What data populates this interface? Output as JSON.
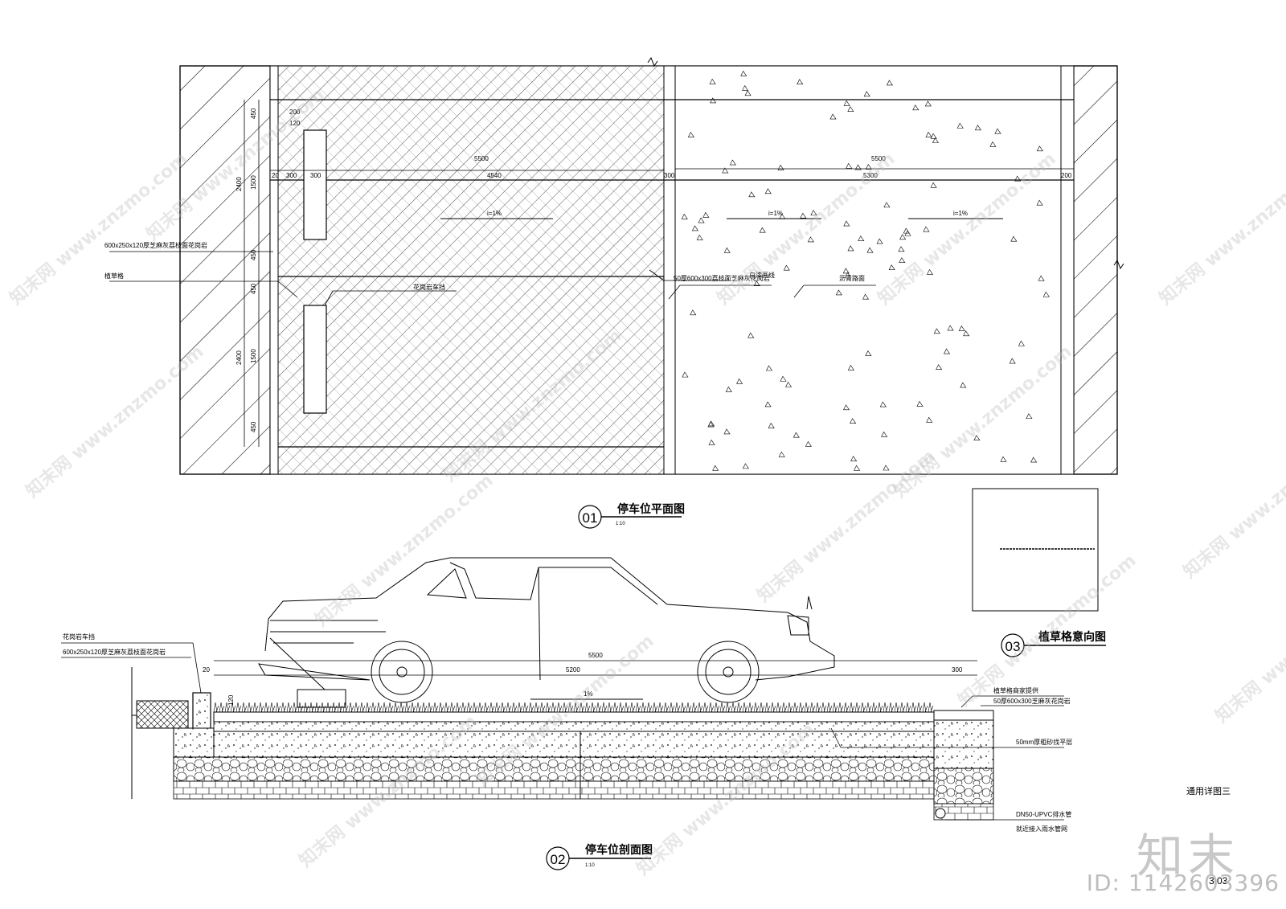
{
  "plan": {
    "title_no": "01",
    "title": "停车位平面图",
    "scale": "1:10",
    "dims": {
      "total_a": "5500",
      "total_b": "5500",
      "edge_left": "20",
      "strip_a": "300",
      "strip_b": "300",
      "inner": "4540",
      "inner_b": "5300",
      "edge_right": "300",
      "edge_far": "200",
      "v_450_top": "450",
      "v_2400_top": "2400",
      "v_1500_top": "1500",
      "v_450_mid_a": "450",
      "v_450_mid_b": "450",
      "v_2400_bot": "2400",
      "v_1500_bot": "1500",
      "v_450_bot": "450",
      "stop_w": "200",
      "stop_h": "120"
    },
    "slopes": [
      "i=1%",
      "i=1%",
      "i=1%"
    ],
    "labels": {
      "granite_curb": "600x250x120厚芝麻灰荔枝面花岗岩",
      "grass_paver": "植草格",
      "white_line": "白漆画线",
      "granite_strip": "50厚600x300荔枝面芝麻灰花岗岩",
      "asphalt": "沥青路面",
      "wheel_stop": "花岗岩车挡"
    }
  },
  "section": {
    "title_no": "02",
    "title": "停车位剖面图",
    "scale": "1:10",
    "dims": {
      "total": "5500",
      "left": "20",
      "inner": "5200",
      "right": "300",
      "stop_h": "120"
    },
    "slope": "1%",
    "labels": {
      "wheel_stop": "花岗岩车挡",
      "granite_curb": "600x250x120厚芝麻灰荔枝面花岗岩",
      "paver_vendor": "植草格商家提供",
      "granite_strip": "50厚600x300芝麻灰花岗岩",
      "sand_bed": "50mm厚粗砂找平层",
      "drain_pipe": "DN50-UPVC排水管",
      "drain_note": "就近接入雨水管网"
    }
  },
  "reference": {
    "title_no": "03",
    "title": "植草格意向图"
  },
  "general_detail": "通用详图三",
  "sheet_no": "3.03",
  "watermark": {
    "url": "www.znzmo.com",
    "cn": "知末网",
    "brand": "知末",
    "id": "ID: 1142603396"
  }
}
